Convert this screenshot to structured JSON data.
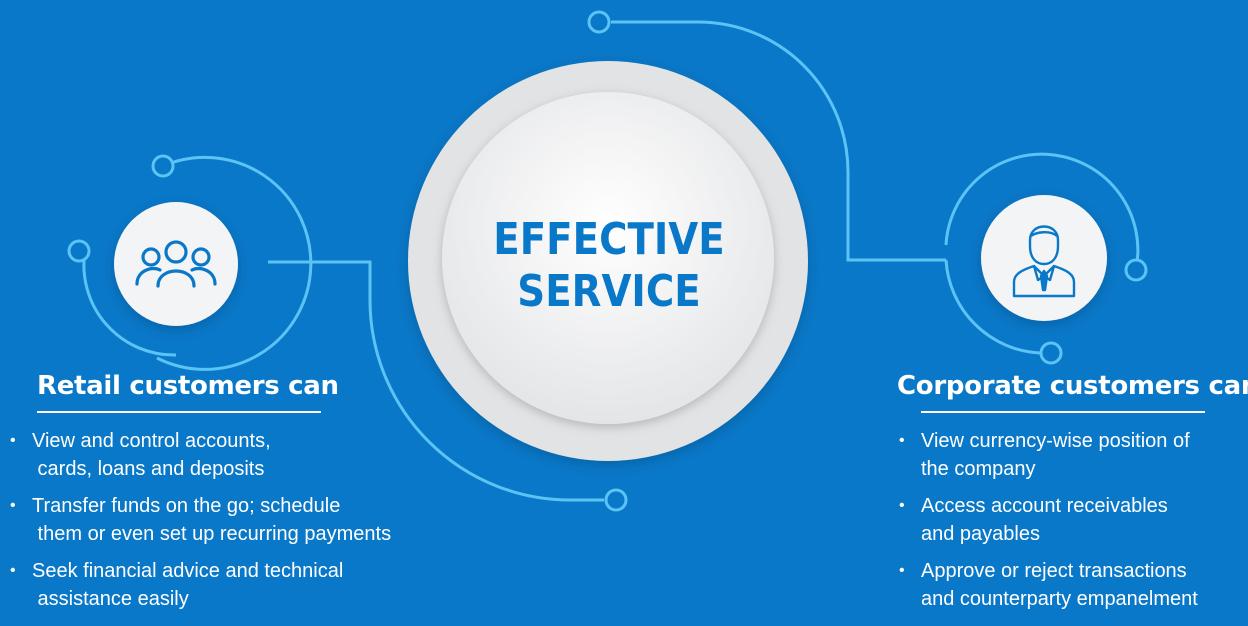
{
  "center": {
    "line1": "EFFECTIVE",
    "line2": "SERVICE"
  },
  "retail": {
    "icon": "people-group-icon",
    "heading": "Retail customers can",
    "items": [
      {
        "text": "View and control accounts,\n cards, loans and deposits"
      },
      {
        "text": "Transfer funds on the go; schedule\n them or even set up recurring payments"
      },
      {
        "text": "Seek financial advice and technical\n assistance easily"
      }
    ]
  },
  "corporate": {
    "icon": "businessman-icon",
    "heading": "Corporate customers can",
    "items": [
      {
        "text": "View currency-wise position of\nthe company"
      },
      {
        "text": "Access account receivables\nand payables"
      },
      {
        "text": "Approve or reject transactions\nand counterparty empanelment"
      }
    ]
  },
  "colors": {
    "background": "#0a78c8",
    "line": "#5cc3f5",
    "circle": "#f2f2f3",
    "title": "#0a78c8"
  }
}
